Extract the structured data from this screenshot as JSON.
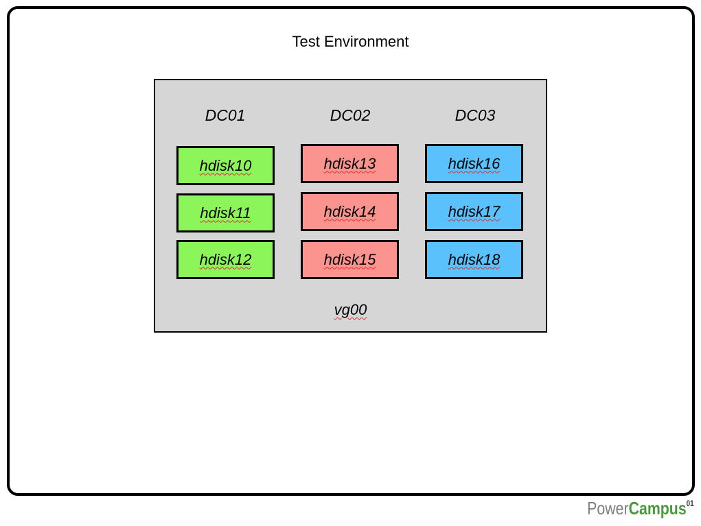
{
  "title": "Test Environment",
  "volume_group": {
    "label": "vg00",
    "background": "#d6d6d6"
  },
  "datacenters": [
    {
      "label": "DC01",
      "color": "#8cf55a",
      "disks": [
        "hdisk10",
        "hdisk11",
        "hdisk12"
      ]
    },
    {
      "label": "DC02",
      "color": "#fb938e",
      "disks": [
        "hdisk13",
        "hdisk14",
        "hdisk15"
      ]
    },
    {
      "label": "DC03",
      "color": "#5bc1fc",
      "disks": [
        "hdisk16",
        "hdisk17",
        "hdisk18"
      ]
    }
  ],
  "logo": {
    "part1": "Power",
    "part2": "Campus",
    "superscript": "01"
  }
}
